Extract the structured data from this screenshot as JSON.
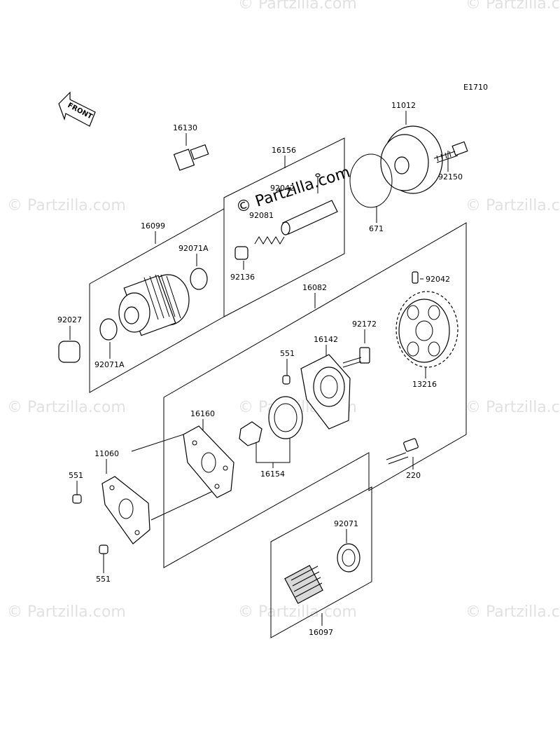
{
  "diagram": {
    "code": "E1710",
    "front_label": "FRONT",
    "watermark_text": "© Partzilla.com",
    "center_watermark_text": "© Partzilla.com",
    "parts": {
      "p16130": "16130",
      "p16156": "16156",
      "p11012": "11012",
      "p92150": "92150",
      "p92042a": "92042",
      "p92081": "92081",
      "p671": "671",
      "p16099": "16099",
      "p92071A_top": "92071A",
      "p92136": "92136",
      "p16082": "16082",
      "p92042b": "92042",
      "p92027": "92027",
      "p92071A_bottom": "92071A",
      "p92172": "92172",
      "p551_top": "551",
      "p16142": "16142",
      "p13216": "13216",
      "p16160": "16160",
      "p11060": "11060",
      "p551_left": "551",
      "p16154": "16154",
      "p220": "220",
      "p551_bottom": "551",
      "p92071": "92071",
      "p16097": "16097"
    }
  }
}
